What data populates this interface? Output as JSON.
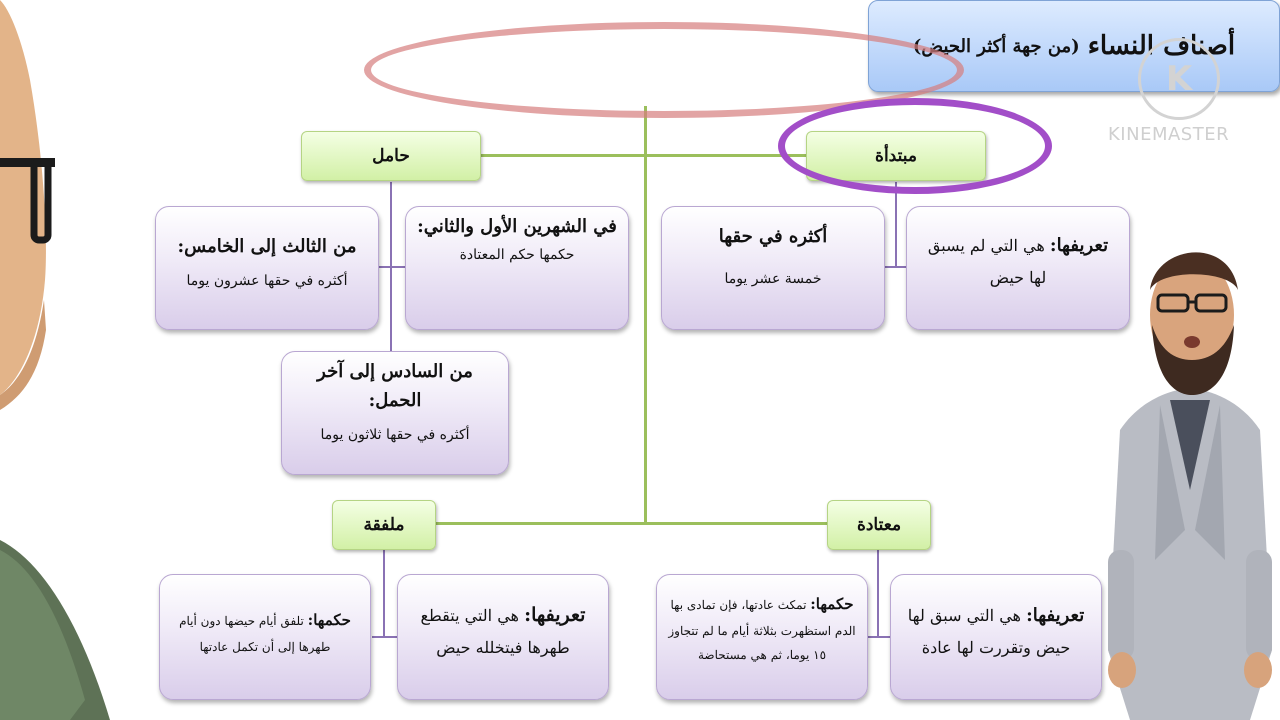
{
  "title": {
    "main": "أصناف النساء",
    "sub": "(من جهة أكثر الحيض)"
  },
  "categories": {
    "mubtadia": "مبتدأة",
    "hamil": "حامل",
    "mutada": "معتادة",
    "mulaffiqa": "ملفقة"
  },
  "mubtadia": {
    "definition_lead": "تعريفها:",
    "definition_text": "هي التي لم يسبق لها حيض",
    "max_head": "أكثره في حقها",
    "max_text": "خمسة عشر يوما"
  },
  "hamil": {
    "m12_head": "في الشهرين الأول والثاني:",
    "m12_text": "حكمها حكم المعتادة",
    "m35_head": "من الثالث إلى الخامس:",
    "m35_text": "أكثره في حقها عشرون يوما",
    "m6_head": "من السادس إلى آخر الحمل:",
    "m6_text": "أكثره في حقها ثلاثون يوما"
  },
  "mutada": {
    "definition_lead": "تعريفها:",
    "definition_text": "هي التي سبق لها حيض وتقررت لها عادة",
    "ruling_lead": "حكمها:",
    "ruling_text": "تمكث عادتها، فإن تمادى بها الدم استظهرت بثلاثة أيام ما لم تتجاوز ١٥ يوما، ثم هي مستحاضة"
  },
  "mulaffiqa": {
    "definition_lead": "تعريفها:",
    "definition_text": "هي التي يتقطع طهرها فيتخلله حيض",
    "ruling_lead": "حكمها:",
    "ruling_text": "تلفق أيام حيضها دون أيام طهرها إلى أن تكمل عادتها"
  },
  "watermark": {
    "logo_letter": "K",
    "text": "KINEMASTER"
  },
  "colors": {
    "title_fill": "#a9c9f7",
    "green_node": "#d2f0a6",
    "purple_node": "#d9cdea",
    "connector_green": "#9bbf5c",
    "connector_purple": "#8a72b4",
    "highlight_red": "#d98a8a",
    "highlight_purple": "#a24ec8"
  }
}
